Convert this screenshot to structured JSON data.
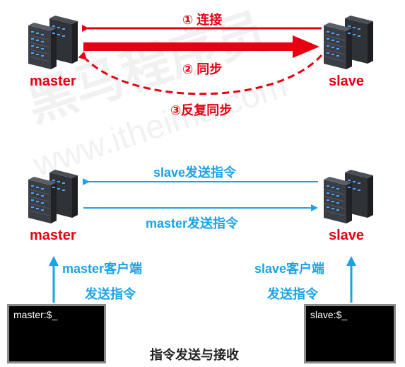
{
  "top": {
    "step1": "① 连接",
    "step2": "② 同步",
    "step3": "③反复同步",
    "master_label": "master",
    "slave_label": "slave"
  },
  "bottom": {
    "slave_to_master": "slave发送指令",
    "master_to_slave": "master发送指令",
    "master_label": "master",
    "slave_label": "slave",
    "master_client": "master客户端",
    "slave_client": "slave客户端",
    "send_cmd_left": "发送指令",
    "send_cmd_right": "发送指令",
    "master_terminal": "master:$_",
    "slave_terminal": "slave:$_",
    "caption": "指令发送与接收"
  },
  "colors": {
    "red": "#e60012",
    "blue": "#1aa3e8"
  },
  "icons": [
    "server-icon",
    "terminal-icon"
  ]
}
